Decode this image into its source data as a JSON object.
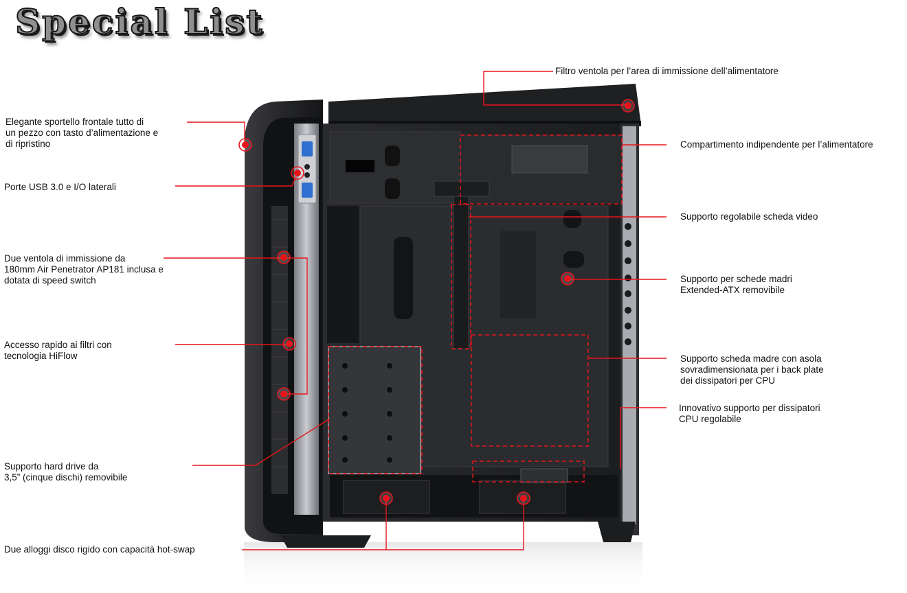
{
  "title": "Special List",
  "colors": {
    "accent": "#e8141b",
    "case_dark": "#1e1f21",
    "title_fill": "#8f8f8f"
  },
  "callouts": [
    {
      "id": "psu-fan-filter",
      "text": "Filtro ventola per l’area di immissione dell’alimentatore"
    },
    {
      "id": "front-door",
      "text": "Elegante sportello frontale tutto di\nun pezzo con tasto d’alimentazione e\ndi ripristino"
    },
    {
      "id": "psu-compartment",
      "text": "Compartimento indipendente per l’alimentatore"
    },
    {
      "id": "usb-io",
      "text": "Porte USB 3.0 e I/O laterali"
    },
    {
      "id": "gpu-support",
      "text": "Supporto regolabile scheda video"
    },
    {
      "id": "intake-fans",
      "text": "Due ventola di immissione da\n180mm Air Penetrator AP181 inclusa e\ndotata di speed switch"
    },
    {
      "id": "motherboard-tray",
      "text": "Supporto per schede madri\nExtended-ATX removibile"
    },
    {
      "id": "hiflow-filters",
      "text": "Accesso rapido ai filtri con\ntecnologia HiFlow"
    },
    {
      "id": "cpu-cutout",
      "text": "Supporto scheda madre con asola\nsovradimensionata per i back plate\ndei dissipatori per CPU"
    },
    {
      "id": "cpu-cooler-support",
      "text": "Innovativo supporto per dissipatori\nCPU regolabile"
    },
    {
      "id": "hdd-cage",
      "text": "Supporto hard drive da\n3,5” (cinque dischi) removibile"
    },
    {
      "id": "hotswap-bays",
      "text": "Due alloggi disco rigido con capacità hot-swap"
    }
  ]
}
